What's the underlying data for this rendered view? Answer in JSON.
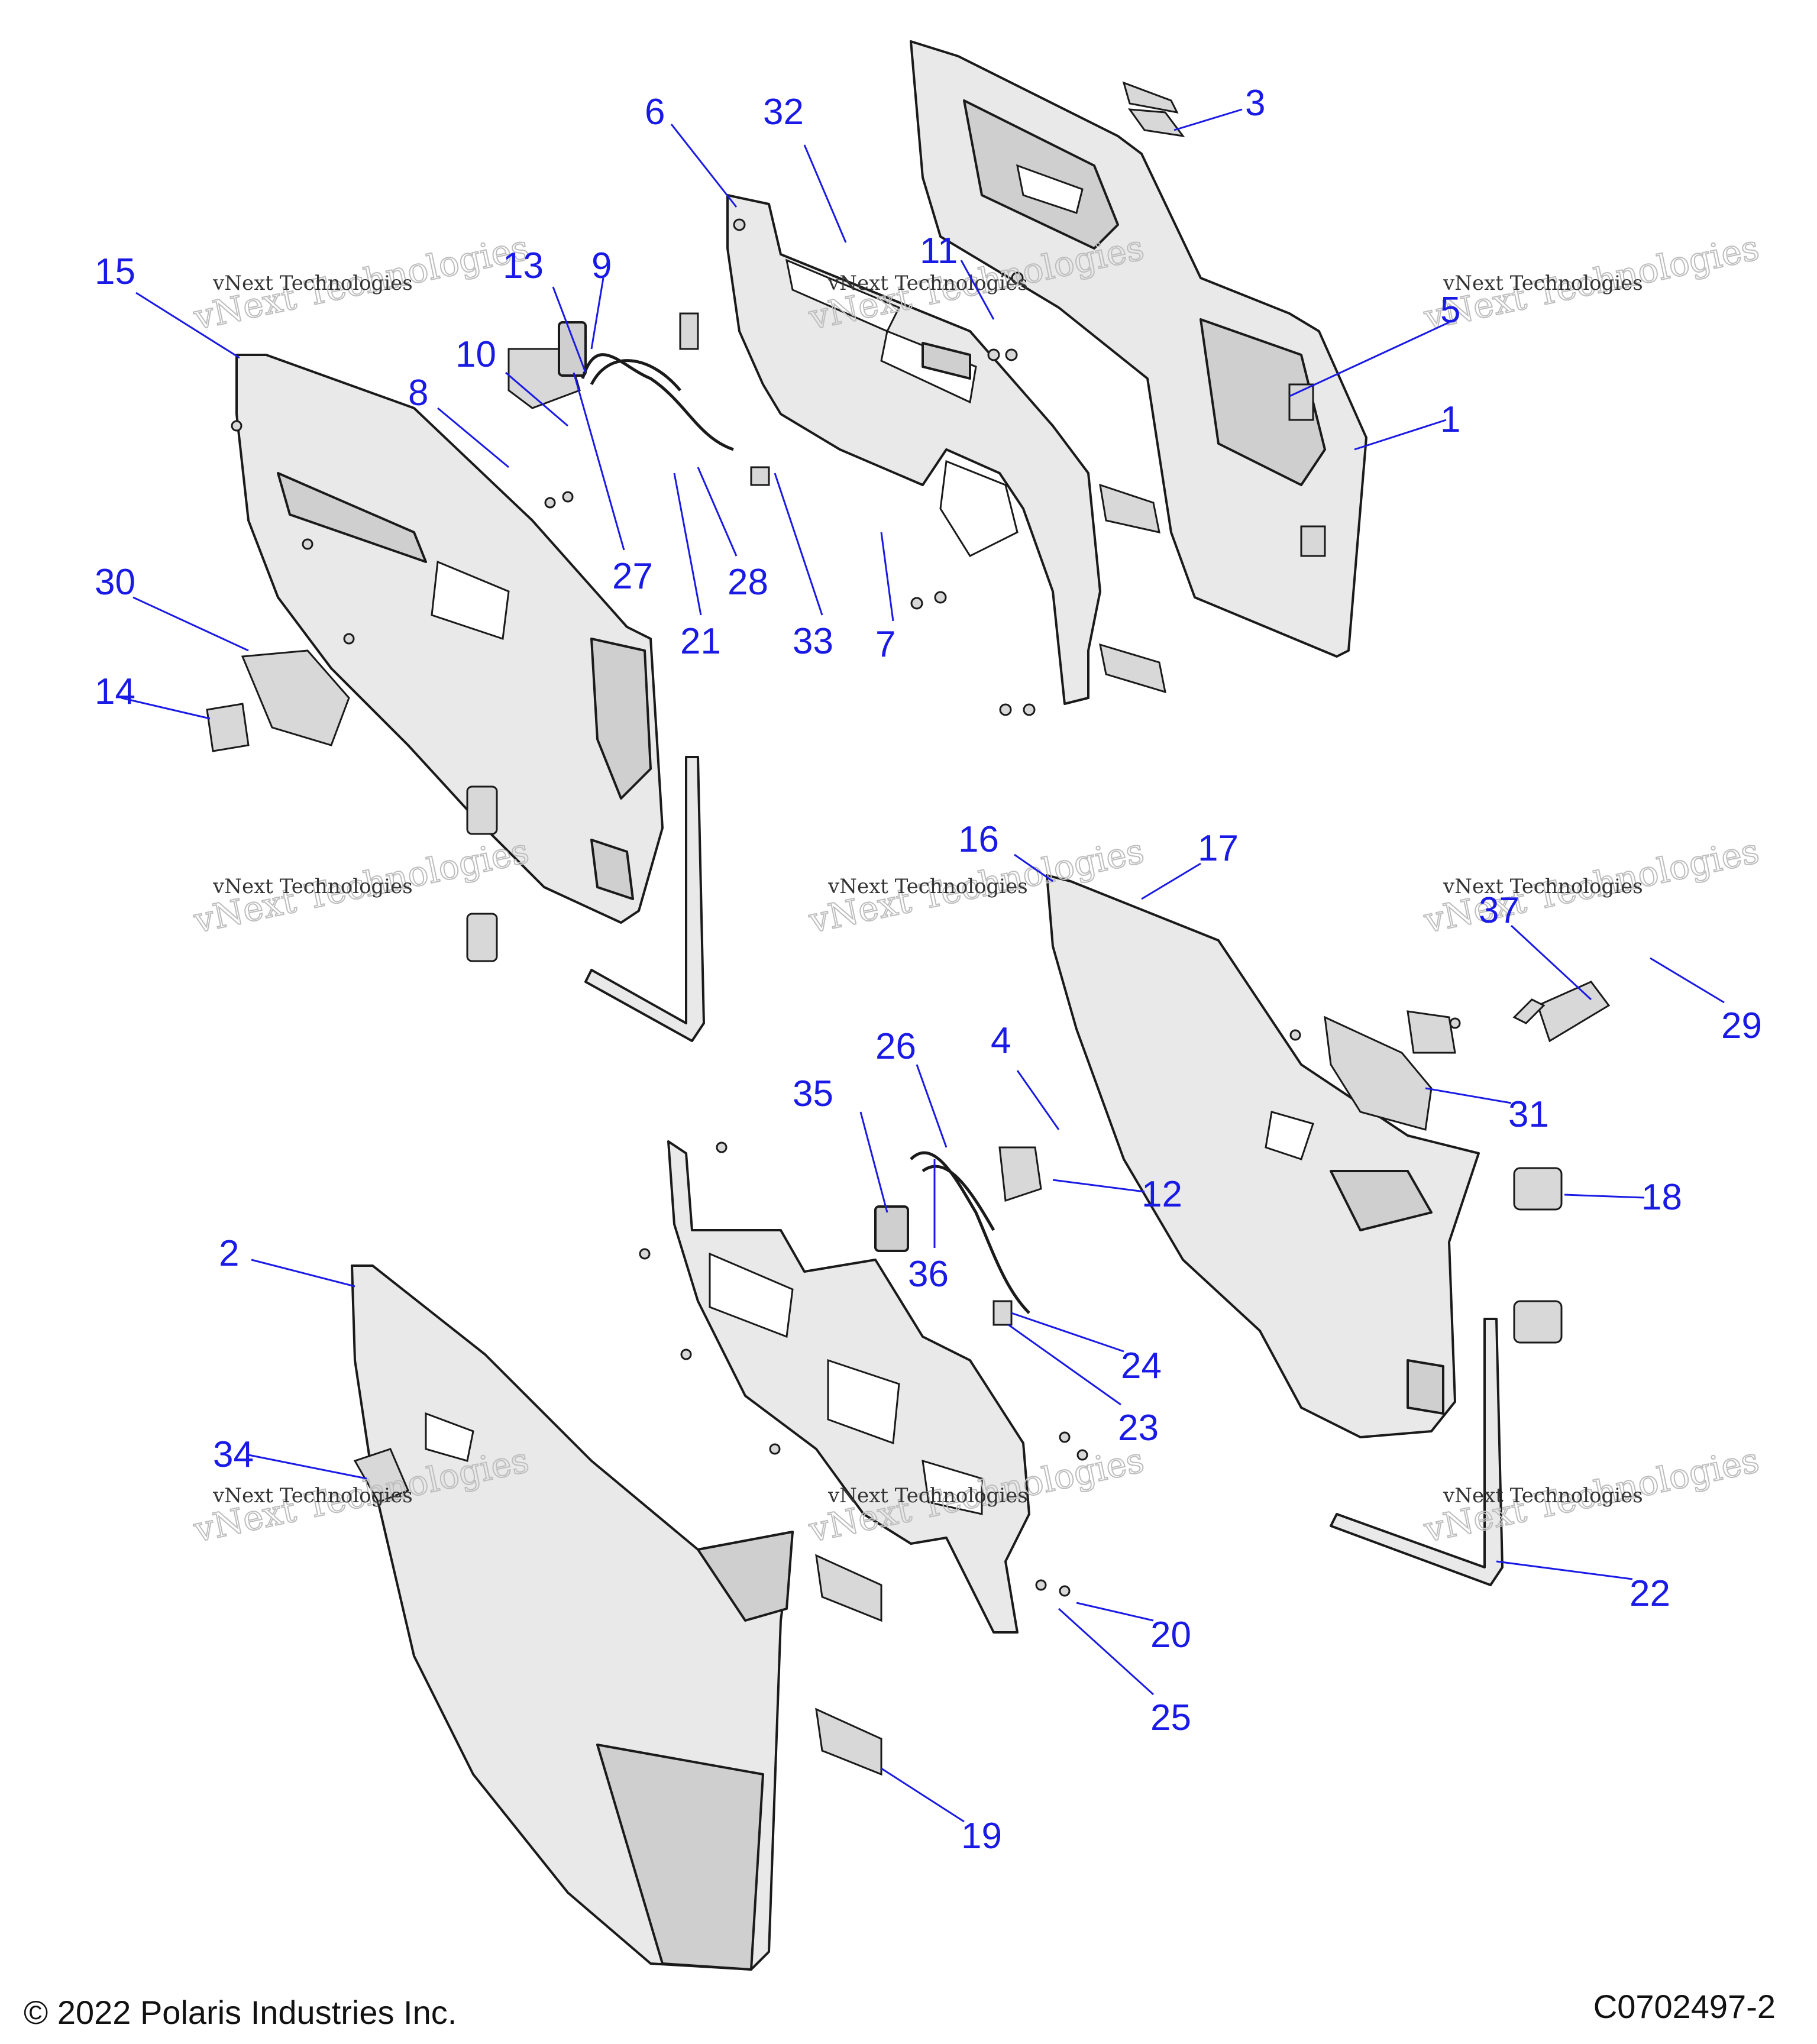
{
  "callouts": [
    "1",
    "2",
    "3",
    "4",
    "5",
    "6",
    "7",
    "8",
    "9",
    "10",
    "11",
    "12",
    "13",
    "14",
    "15",
    "16",
    "17",
    "18",
    "19",
    "20",
    "21",
    "22",
    "23",
    "24",
    "25",
    "26",
    "27",
    "28",
    "29",
    "30",
    "31",
    "32",
    "33",
    "34",
    "35",
    "36",
    "37"
  ],
  "watermark": {
    "line1": "vNext Technologies",
    "line2": "vNext Technologies"
  },
  "footer": {
    "copyright": "© 2022 Polaris Industries Inc.",
    "figure_id": "C0702497-2"
  }
}
